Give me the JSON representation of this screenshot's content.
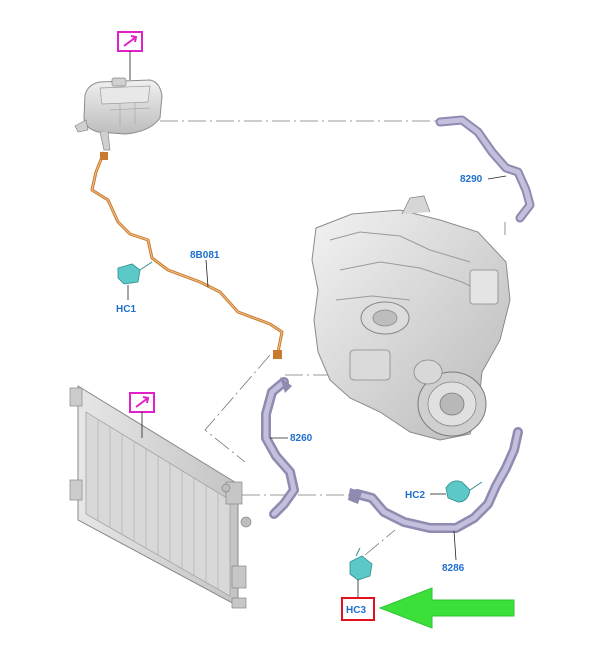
{
  "diagram": {
    "labels": {
      "degas_hose": "8B081",
      "upper_hose": "8290",
      "lower_hose_radiator": "8260",
      "lower_hose_engine": "8286",
      "clip_1": "HC1",
      "clip_2": "HC2",
      "clip_3": "HC3"
    },
    "icons": {
      "reservoir_detail": "arrow-detail-icon",
      "radiator_detail": "arrow-detail-icon",
      "pointer": "green-arrow-icon"
    },
    "colors": {
      "callout_text": "#1f6fd0",
      "detail_box": "#e020c8",
      "highlight_box": "#e0101c",
      "pointer_arrow": "#3be03b",
      "hose": "#a8a6c8",
      "degas_hose": "#c87a2e",
      "clip": "#5cc8c8"
    }
  }
}
